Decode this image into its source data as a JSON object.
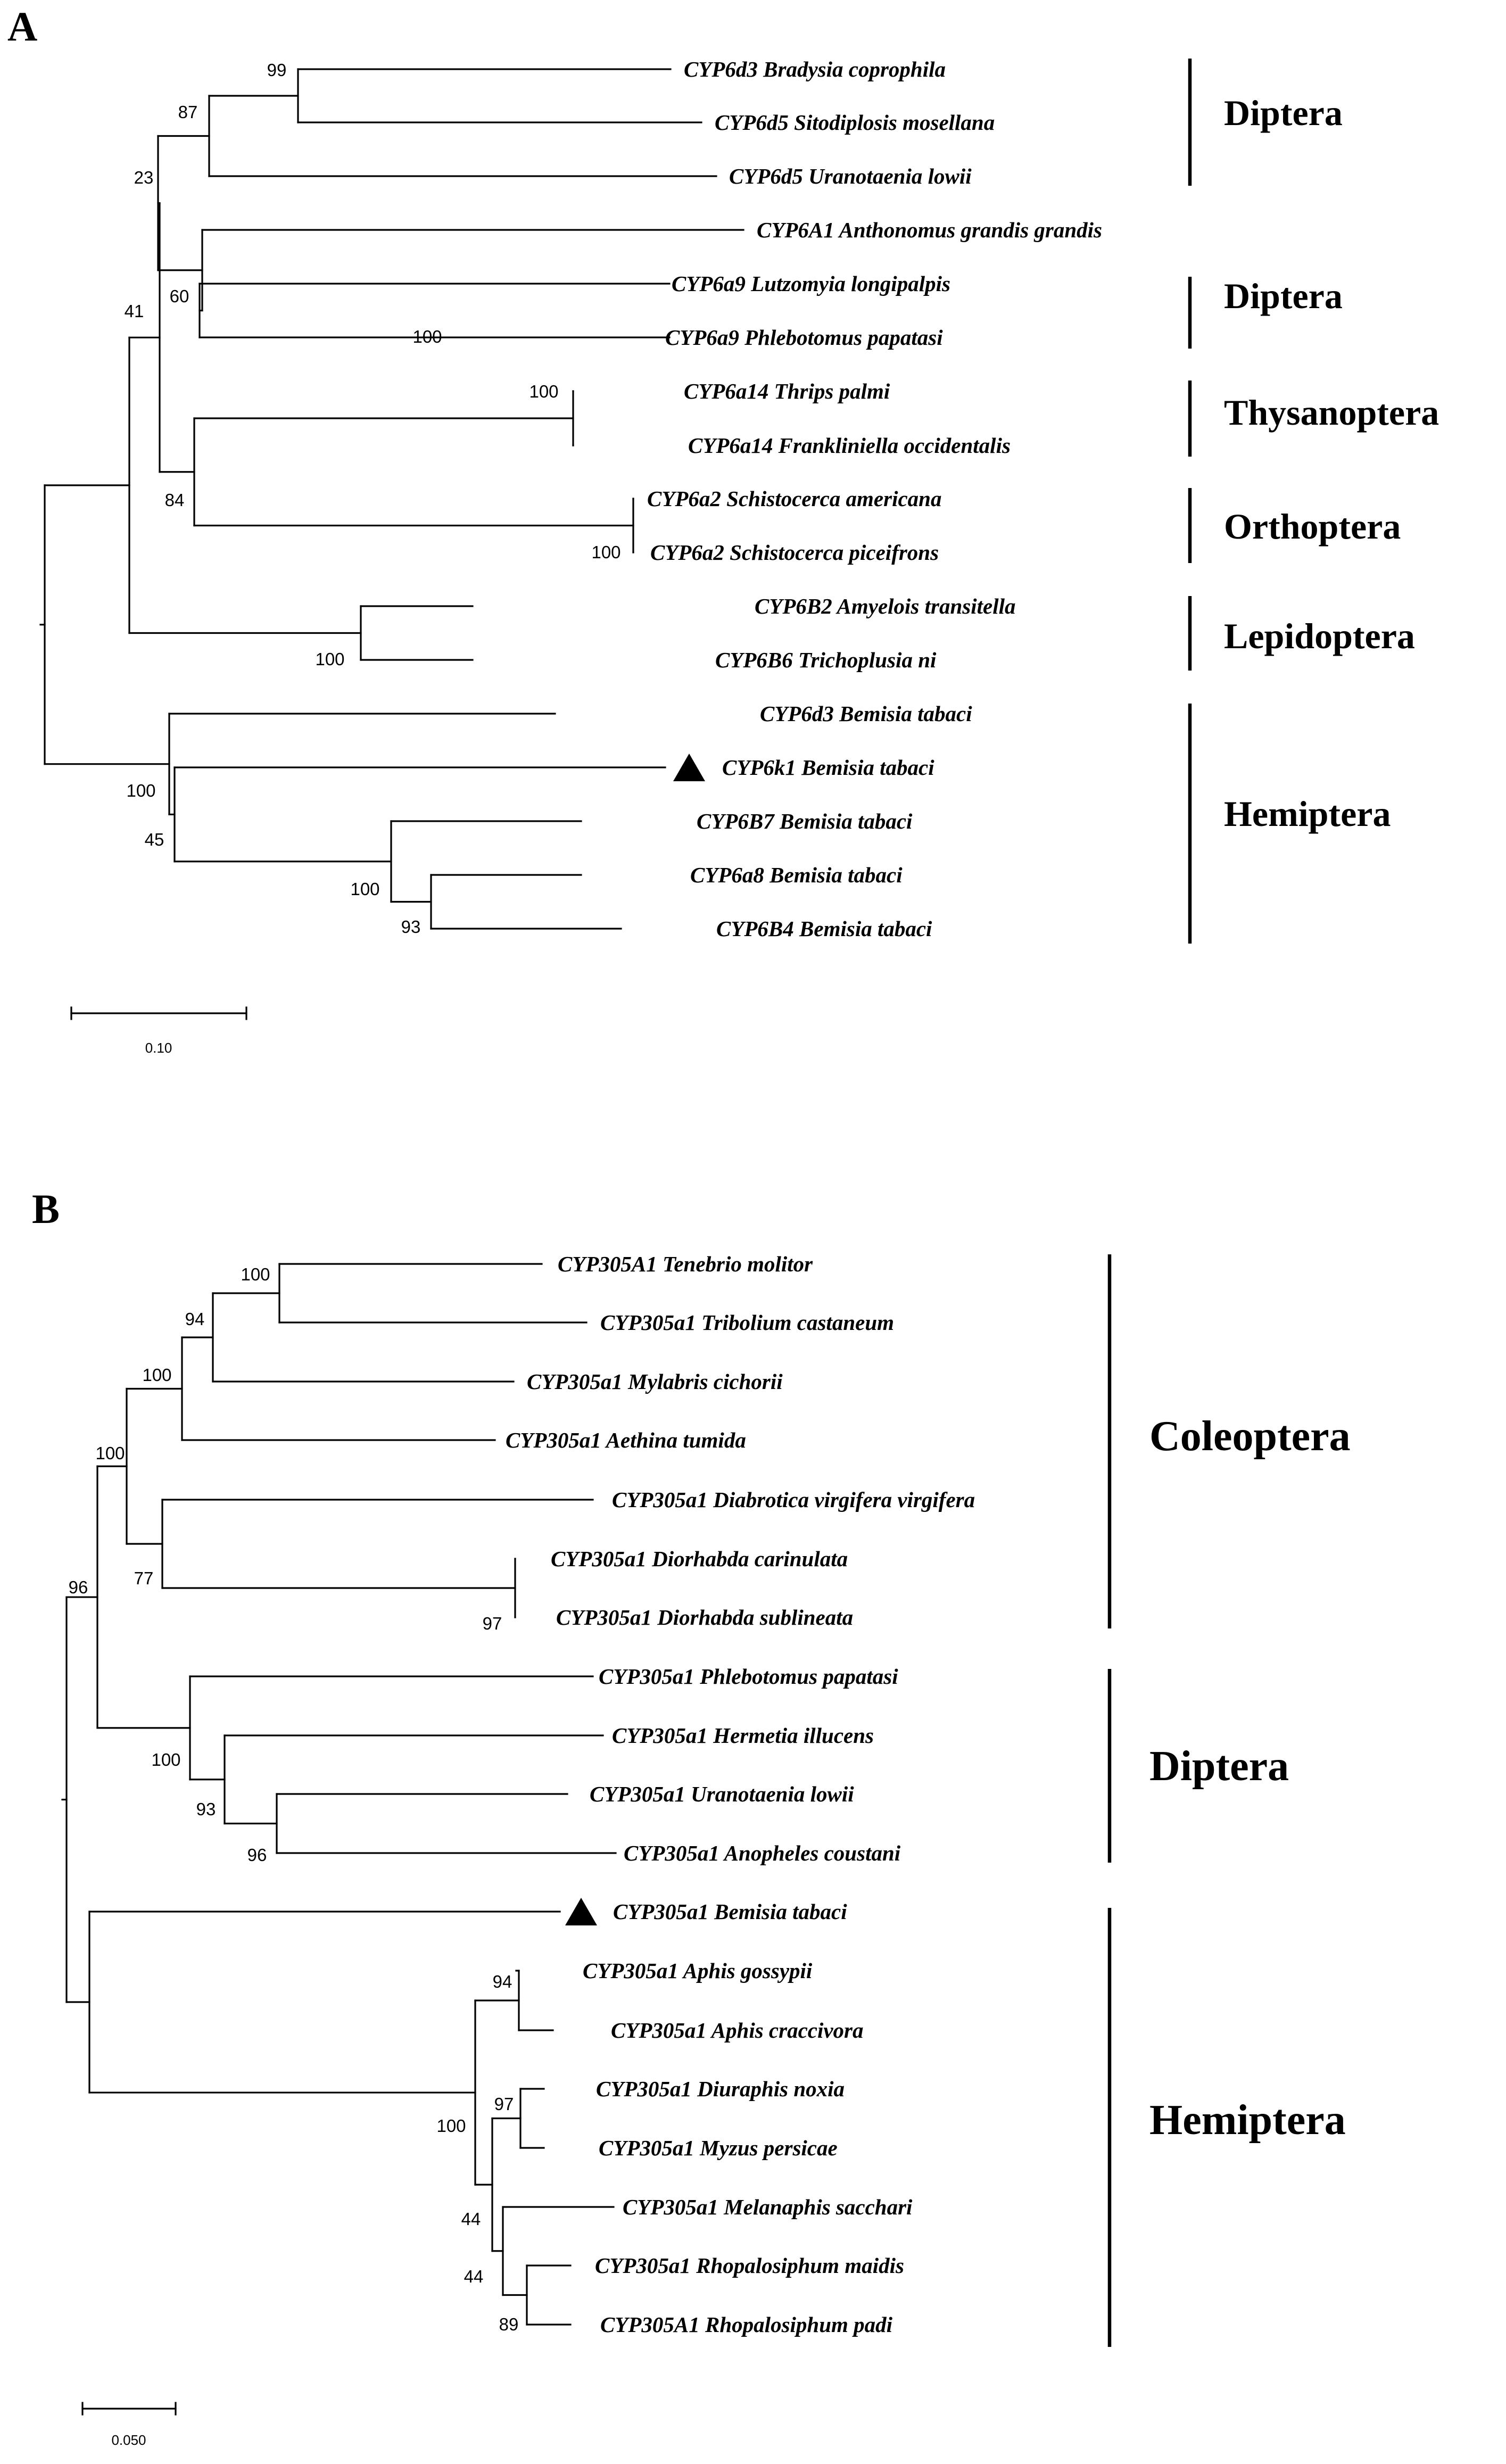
{
  "panels": [
    {
      "label": "A",
      "taxa": [
        {
          "name": "CYP6d3 Bradysia coprophila"
        },
        {
          "name": "CYP6d5 Sitodiplosis mosellana"
        },
        {
          "name": "CYP6d5 Uranotaenia lowii"
        },
        {
          "name": "CYP6A1 Anthonomus grandis grandis"
        },
        {
          "name": "CYP6a9 Lutzomyia longipalpis"
        },
        {
          "name": "CYP6a9 Phlebotomus papatasi"
        },
        {
          "name": "CYP6a14 Thrips palmi"
        },
        {
          "name": "CYP6a14 Frankliniella occidentalis"
        },
        {
          "name": "CYP6a2 Schistocerca americana"
        },
        {
          "name": "CYP6a2 Schistocerca piceifrons"
        },
        {
          "name": "CYP6B2 Amyelois transitella"
        },
        {
          "name": "CYP6B6 Trichoplusia ni"
        },
        {
          "name": "CYP6d3 Bemisia tabaci"
        },
        {
          "name": "CYP6k1 Bemisia tabaci",
          "marker": "filled-triangle"
        },
        {
          "name": "CYP6B7 Bemisia tabaci"
        },
        {
          "name": "CYP6a8 Bemisia tabaci"
        },
        {
          "name": "CYP6B4 Bemisia tabaci"
        }
      ],
      "bootstrap": [
        "99",
        "87",
        "23",
        "60",
        "100",
        "41",
        "100",
        "84",
        "100",
        "100",
        "100",
        "45",
        "100",
        "93"
      ],
      "orders": [
        "Diptera",
        "Diptera",
        "Thysanoptera",
        "Orthoptera",
        "Lepidoptera",
        "Hemiptera"
      ],
      "scale_bar": "0.10"
    },
    {
      "label": "B",
      "taxa": [
        {
          "name": "CYP305A1 Tenebrio molitor"
        },
        {
          "name": "CYP305a1 Tribolium castaneum"
        },
        {
          "name": "CYP305a1 Mylabris cichorii"
        },
        {
          "name": "CYP305a1 Aethina tumida"
        },
        {
          "name": "CYP305a1 Diabrotica virgifera virgifera"
        },
        {
          "name": "CYP305a1 Diorhabda carinulata"
        },
        {
          "name": "CYP305a1 Diorhabda sublineata"
        },
        {
          "name": "CYP305a1 Phlebotomus papatasi"
        },
        {
          "name": "CYP305a1 Hermetia illucens"
        },
        {
          "name": "CYP305a1 Uranotaenia lowii"
        },
        {
          "name": "CYP305a1 Anopheles coustani"
        },
        {
          "name": "CYP305a1 Bemisia tabaci",
          "marker": "filled-triangle"
        },
        {
          "name": "CYP305a1 Aphis gossypii"
        },
        {
          "name": "CYP305a1 Aphis craccivora"
        },
        {
          "name": "CYP305a1 Diuraphis noxia"
        },
        {
          "name": "CYP305a1 Myzus persicae"
        },
        {
          "name": "CYP305a1 Melanaphis sacchari"
        },
        {
          "name": "CYP305a1 Rhopalosiphum maidis"
        },
        {
          "name": "CYP305A1 Rhopalosiphum padi"
        }
      ],
      "bootstrap": [
        "100",
        "94",
        "100",
        "100",
        "77",
        "96",
        "96",
        "93",
        "100",
        "97",
        "94",
        "97",
        "89",
        "44",
        "44",
        "100"
      ],
      "orders": [
        "Coleoptera",
        "Diptera",
        "Hemiptera"
      ],
      "scale_bar": "0.050"
    }
  ]
}
